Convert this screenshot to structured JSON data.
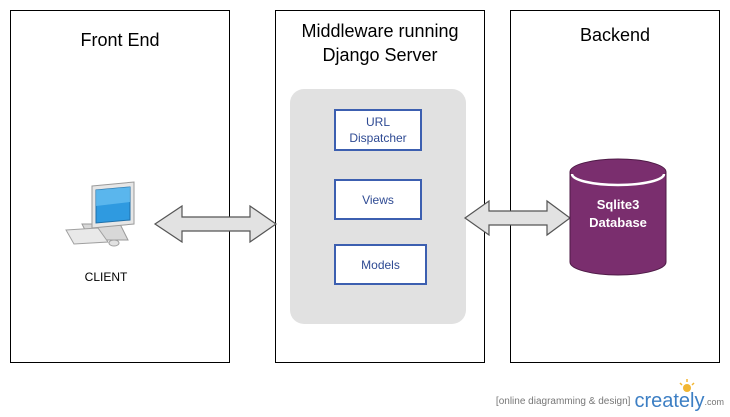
{
  "panels": {
    "front": {
      "title": "Front End"
    },
    "middle": {
      "title_line1": "Middleware running",
      "title_line2": "Django Server"
    },
    "back": {
      "title": "Backend"
    }
  },
  "client": {
    "label": "CLIENT",
    "icon": "computer-workstation-icon"
  },
  "django": {
    "components": {
      "url_line1": "URL",
      "url_line2": "Dispatcher",
      "views": "Views",
      "models": "Models"
    },
    "border_color": "#3c5fb0",
    "area_color": "#e1e1e1"
  },
  "database": {
    "line1": "Sqlite3",
    "line2": "Database",
    "color": "#7a2e6e",
    "icon": "database-cylinder-icon"
  },
  "arrows": {
    "color": "#e2e2e2",
    "icon": "double-headed-arrow-icon"
  },
  "footer": {
    "tagline": "[online diagramming & design]",
    "brand": "creately",
    "domain": ".com"
  }
}
